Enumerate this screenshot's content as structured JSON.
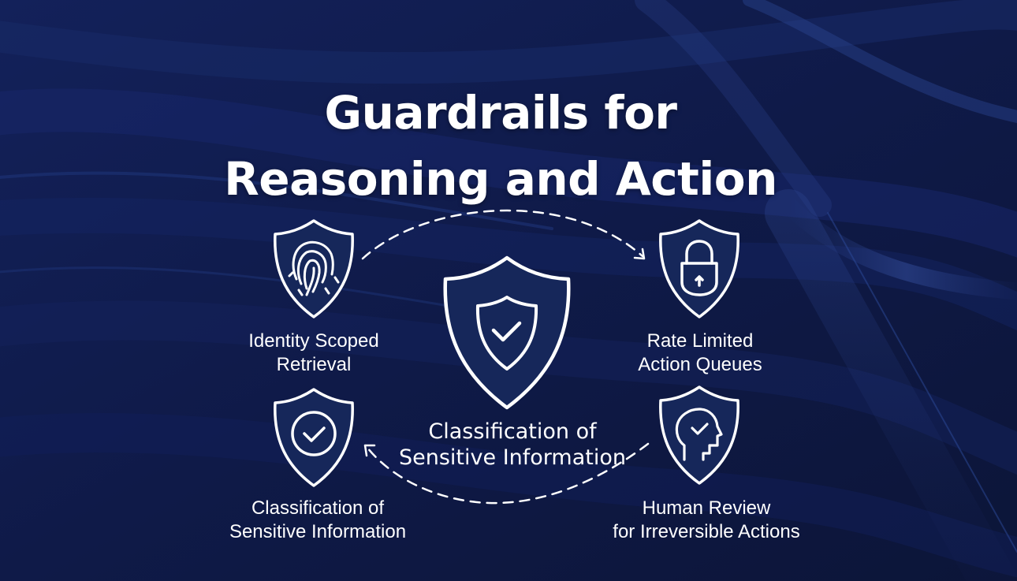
{
  "title": {
    "line1": "Guardrails for",
    "line2": "Reasoning and Action"
  },
  "colors": {
    "background": "#101a42",
    "shield_fill": "#16275a",
    "stroke": "#ffffff",
    "text": "#ffffff"
  },
  "nodes": [
    {
      "id": "identity-scoped-retrieval",
      "icon": "fingerprint-shield-icon",
      "label_line1": "Identity Scoped",
      "label_line2": "Retrieval",
      "position": "top-left"
    },
    {
      "id": "rate-limited-action-queues",
      "icon": "padlock-shield-icon",
      "label_line1": "Rate Limited",
      "label_line2": "Action Queues",
      "position": "top-right"
    },
    {
      "id": "classification-center",
      "icon": "shield-check-shield-icon",
      "label_line1": "Classification of",
      "label_line2": "Sensitive Information",
      "position": "center"
    },
    {
      "id": "classification-of-sensitive-information",
      "icon": "circle-check-shield-icon",
      "label_line1": "Classification of",
      "label_line2": "Sensitive Information",
      "position": "bottom-left"
    },
    {
      "id": "human-review-irreversible-actions",
      "icon": "human-head-check-shield-icon",
      "label_line1": "Human Review",
      "label_line2": "for Irreversible Actions",
      "position": "bottom-right"
    }
  ],
  "connectors": [
    {
      "from": "identity-scoped-retrieval",
      "to": "rate-limited-action-queues",
      "style": "dashed-arc-arrow"
    },
    {
      "from": "human-review-irreversible-actions",
      "to": "classification-of-sensitive-information",
      "style": "dashed-arc-arrow"
    }
  ]
}
